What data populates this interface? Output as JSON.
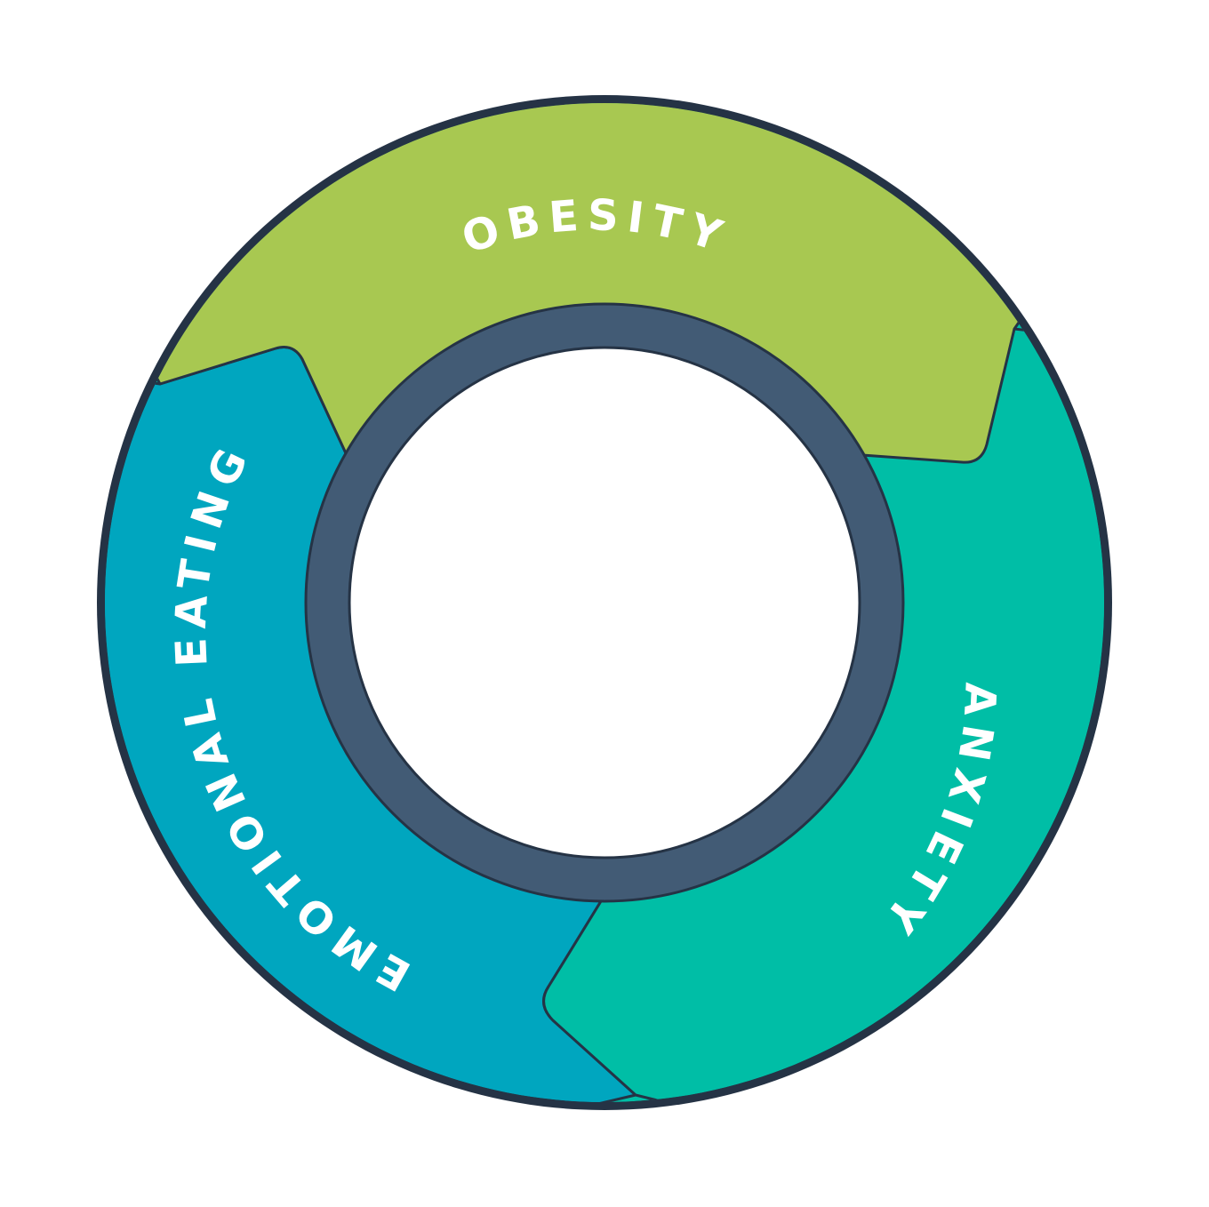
{
  "diagram": {
    "type": "cycle",
    "colors": {
      "outline": "#253345",
      "inner_ring": "#425b75",
      "center": "#ffffff",
      "background": "#ffffff"
    },
    "segments": [
      {
        "id": "obesity",
        "label": "OBESITY",
        "color": "#a8c851",
        "position": "top"
      },
      {
        "id": "anxiety",
        "label": "ANXIETY",
        "color": "#00bea6",
        "position": "right"
      },
      {
        "id": "emotional-eating",
        "label": "EMOTIONAL EATING",
        "color": "#00a6bf",
        "position": "left"
      }
    ],
    "flow": [
      "OBESITY",
      "ANXIETY",
      "EMOTIONAL EATING"
    ]
  }
}
